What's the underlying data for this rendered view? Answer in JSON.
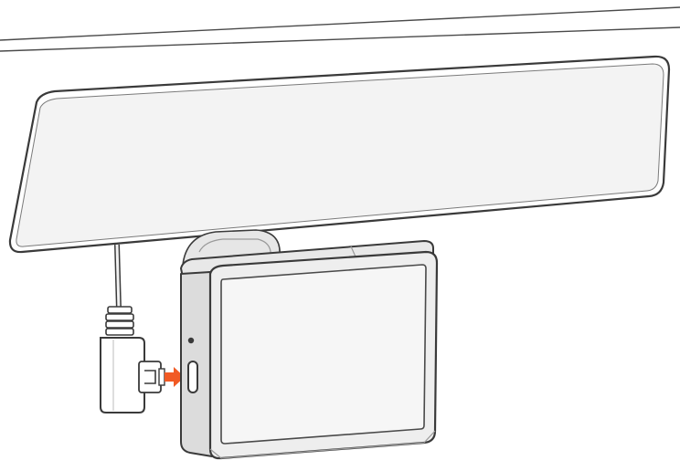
{
  "colors": {
    "background": "#ffffff",
    "outline": "#3a3a3a",
    "panel": "#f2f2f2",
    "shade": "#d8d8d8",
    "shade_dark": "#bdbdbd",
    "arrow": "#f15a24"
  },
  "icons": {
    "windshield": "windshield-line",
    "mirror": "rear-view-mirror",
    "mount": "suction-mount",
    "camera": "dash-camera",
    "cable": "usb-cable",
    "connector": "micro-usb-plug",
    "port": "usb-port",
    "arrow": "insert-arrow"
  }
}
